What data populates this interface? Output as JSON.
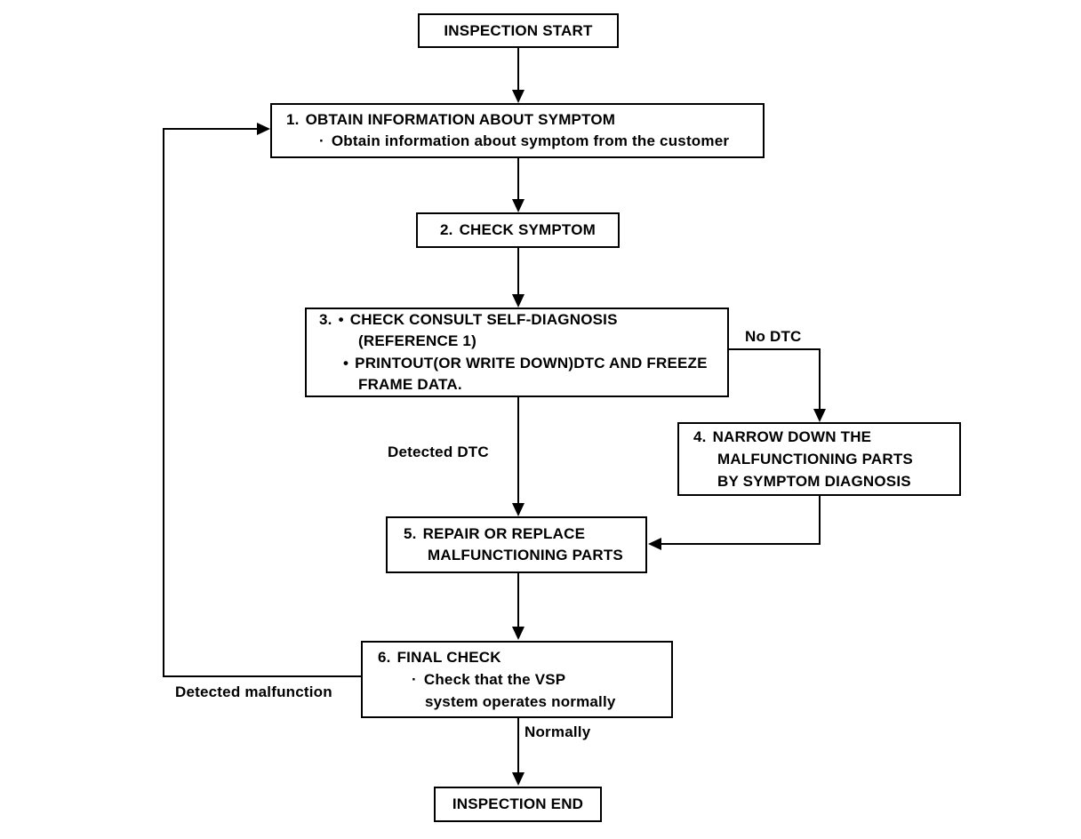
{
  "flowchart": {
    "description": "VSP system trouble diagnosis inspection flowchart",
    "colors": {
      "line": "#000000",
      "background": "#ffffff",
      "text": "#000000"
    },
    "glyphs": {
      "bullet": "•",
      "dot": "·"
    },
    "nodes": {
      "start": {
        "label": "INSPECTION START"
      },
      "step1": {
        "number": "1.",
        "title": "OBTAIN INFORMATION ABOUT SYMPTOM",
        "detail": "Obtain information about symptom from the customer"
      },
      "step2": {
        "number": "2.",
        "title": "CHECK SYMPTOM"
      },
      "step3": {
        "number": "3.",
        "bullet1_line1": "CHECK CONSULT SELF-DIAGNOSIS",
        "bullet1_line2": "(REFERENCE 1)",
        "bullet2_line1": "PRINTOUT(OR WRITE DOWN)DTC AND FREEZE",
        "bullet2_line2": "FRAME DATA."
      },
      "step4": {
        "number": "4.",
        "line1": "NARROW DOWN THE",
        "line2": "MALFUNCTIONING PARTS",
        "line3": "BY SYMPTOM DIAGNOSIS"
      },
      "step5": {
        "number": "5.",
        "line1": "REPAIR OR REPLACE",
        "line2": "MALFUNCTIONING PARTS"
      },
      "step6": {
        "number": "6.",
        "title": "FINAL CHECK",
        "detail_line1": "Check that the VSP",
        "detail_line2": "system operates normally"
      },
      "end": {
        "label": "INSPECTION END"
      }
    },
    "edge_labels": {
      "no_dtc": "No DTC",
      "detected_dtc": "Detected DTC",
      "detected_malfunction": "Detected malfunction",
      "normally": "Normally"
    }
  }
}
